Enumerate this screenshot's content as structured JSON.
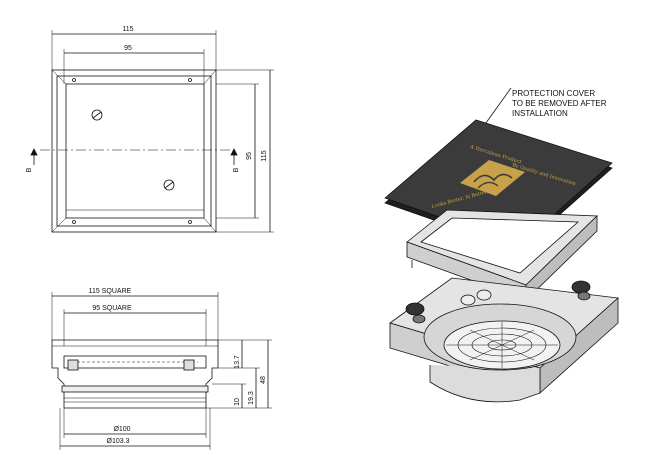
{
  "top_view": {
    "dim_outer": "115",
    "dim_inner": "95",
    "dim_side_inner": "95",
    "dim_side_outer": "115",
    "section_marker_left": "B",
    "section_marker_right": "B"
  },
  "section_view": {
    "dim_outer_square": "115 SQUARE",
    "dim_inner_square": "95 SQUARE",
    "dim_height_top": "13.7",
    "dim_height_mid": "19.3",
    "dim_height_bottom": "10",
    "dim_total_height": "48",
    "dim_dia_inner": "Ø100",
    "dim_dia_outer": "Ø103.3"
  },
  "iso_view": {
    "note_line1": "PROTECTION COVER",
    "note_line2": "TO BE REMOVED AFTER",
    "note_line3": "INSTALLATION",
    "cover_text_top": "A Herculean Product",
    "cover_text_sub": "By Quality and Innovation",
    "cover_text_bottom": "Looks Better, Is Better!"
  },
  "colors": {
    "line": "#111111",
    "cover": "#3b3b3b",
    "logo_gold": "#c8a24a",
    "frame_fill": "#e4e4e4"
  }
}
